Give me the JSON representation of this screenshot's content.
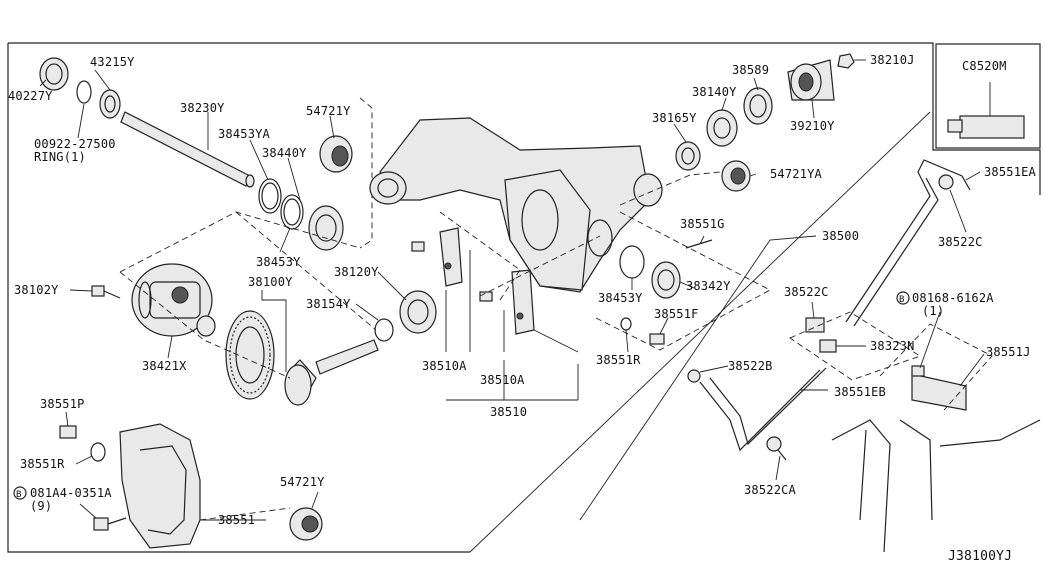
{
  "diagram_code": "J38100YJ",
  "inset_label": "C8520M",
  "labels": {
    "p40227Y": "40227Y",
    "p43215Y": "43215Y",
    "p00922": "00922-27500",
    "ring1": "RING(1)",
    "p38230Y": "38230Y",
    "p38453YA": "38453YA",
    "p38440Y": "38440Y",
    "p54721Y_top": "54721Y",
    "p38453Y_left": "38453Y",
    "p38120Y": "38120Y",
    "p38102Y": "38102Y",
    "p38100Y": "38100Y",
    "p38154Y": "38154Y",
    "p38421X": "38421X",
    "p38510A_1": "38510A",
    "p38510A_2": "38510A",
    "p38510": "38510",
    "p38589": "38589",
    "p38210J": "38210J",
    "p38140Y": "38140Y",
    "p38165Y": "38165Y",
    "p39210Y": "39210Y",
    "p54721YA": "54721YA",
    "p38551G": "38551G",
    "p38500": "38500",
    "p38453Y_right": "38453Y",
    "p38342Y": "38342Y",
    "p38551F": "38551F",
    "p38551R_right": "38551R",
    "p38522C_mid": "38522C",
    "p38522B": "38522B",
    "p38323N": "38323N",
    "p38551EB": "38551EB",
    "p38522CA": "38522CA",
    "p38551EA": "38551EA",
    "p38522C_top": "38522C",
    "p08168_circ": "B",
    "p08168": "08168-6162A",
    "p08168_qty": "(1)",
    "p38551J": "38551J",
    "p38551P": "38551P",
    "p38551R_left": "38551R",
    "p081A4_circ": "B",
    "p081A4": "081A4-0351A",
    "p081A4_qty": "(9)",
    "p54721Y_bottom": "54721Y",
    "p38551": "38551"
  }
}
